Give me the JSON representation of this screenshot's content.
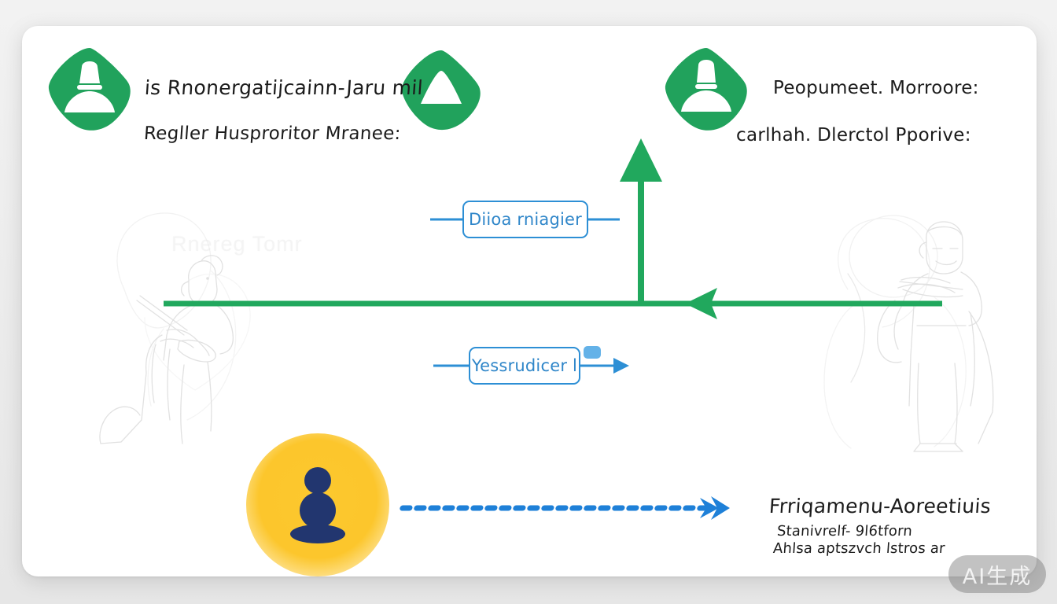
{
  "canvas": {
    "background_color": "#ededed",
    "card_background": "#ffffff"
  },
  "palette": {
    "green": "#21a85d",
    "green_badge": "#21a25c",
    "blue": "#2d8fd5",
    "blue_dash": "#1e80d8",
    "blue_chip": "#64b2e8",
    "avatar_yellow": "#fcc72d",
    "avatar_navy": "#22366f",
    "ink": "#1b1b1b"
  },
  "badges": [
    {
      "id": "badge-left",
      "icon": "person-lamp-icon",
      "color": "#21a25c"
    },
    {
      "id": "badge-center",
      "icon": "triangle-arch-icon",
      "color": "#21a25c"
    },
    {
      "id": "badge-right",
      "icon": "person-lamp-icon",
      "color": "#21a25c"
    }
  ],
  "headings": {
    "left_line1": "is Rnonergatijcainn-Jaru mil",
    "left_line2": "Regller Husproritor Mranee:",
    "right_line1": "Peopumeet. Morroore:",
    "right_line2": "carlhah. Dlerctol Pporive:"
  },
  "ghost_text": {
    "left_behind": "Rnereg  Tomr"
  },
  "boxes": [
    {
      "id": "box-top",
      "label": "Diioa rniagier"
    },
    {
      "id": "box-bottom",
      "label": "Yessrudicer l"
    }
  ],
  "footer": {
    "title": "Frriqamenu-Aoreetiuis",
    "line1": "Stanivrelf- 9l6tforn",
    "line2": "Ahlsa aptszvch  lstros ar"
  },
  "avatar": {
    "icon": "person-avatar-icon",
    "circle_color": "#fcc72d",
    "glyph_color": "#22366f"
  },
  "arrows": {
    "horizontal_green": {
      "direction": "left",
      "color": "#21a85d"
    },
    "vertical_green": {
      "direction": "up",
      "color": "#21a85d"
    },
    "dashed_blue": {
      "direction": "right",
      "color": "#1e80d8",
      "style": "dashed"
    },
    "box_top_connectors": "both-sides-plain",
    "box_bottom_connectors": "left-plain-right-arrow"
  },
  "watermark": {
    "label": "AI生成"
  }
}
